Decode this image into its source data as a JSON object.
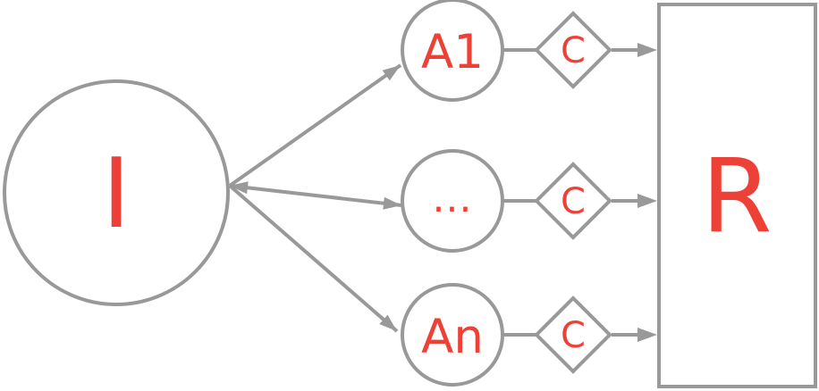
{
  "diagram": {
    "colors": {
      "line": "#999999",
      "label": "#ed4138",
      "shape_fill": "#ffffff",
      "background": "#ffffff"
    },
    "input_node": {
      "label": "I",
      "shape": "circle"
    },
    "attribute_nodes": [
      {
        "label": "A1",
        "shape": "circle"
      },
      {
        "label": "...",
        "shape": "circle"
      },
      {
        "label": "An",
        "shape": "circle"
      }
    ],
    "condition_nodes": [
      {
        "label": "C",
        "shape": "diamond"
      },
      {
        "label": "C",
        "shape": "diamond"
      },
      {
        "label": "C",
        "shape": "diamond"
      }
    ],
    "result_node": {
      "label": "R",
      "shape": "rectangle"
    }
  }
}
